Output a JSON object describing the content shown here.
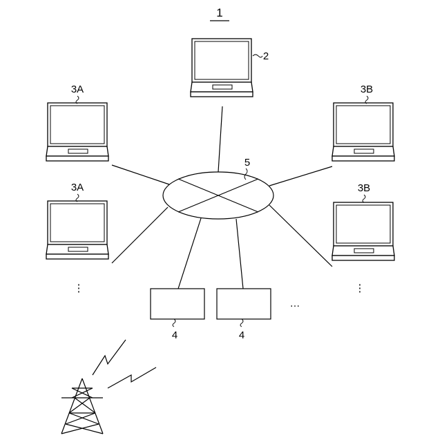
{
  "figure_number": "1",
  "network": {
    "label": "5"
  },
  "computers": [
    {
      "id": "server",
      "label": "2"
    },
    {
      "id": "client-a-1",
      "label": "3A"
    },
    {
      "id": "client-a-2",
      "label": "3A"
    },
    {
      "id": "client-b-1",
      "label": "3B"
    },
    {
      "id": "client-b-2",
      "label": "3B"
    }
  ],
  "devices": [
    {
      "id": "device-1",
      "label": "4"
    },
    {
      "id": "device-2",
      "label": "4"
    }
  ],
  "ellipsis": {
    "vertical_left": "⋮",
    "vertical_right": "⋮",
    "horizontal": "…"
  }
}
